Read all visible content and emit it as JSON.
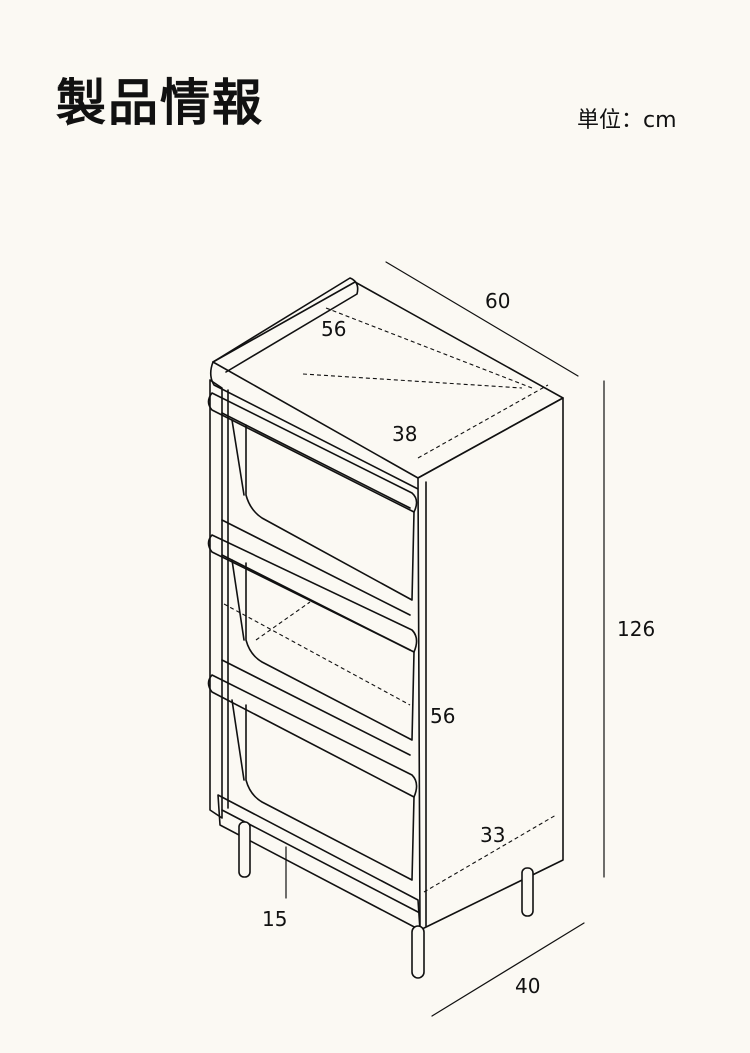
{
  "header": {
    "title": "製品情報",
    "unit_label": "単位：cm"
  },
  "dimensions": {
    "width": "60",
    "inner_width": "56",
    "inner_depth_top": "38",
    "height": "126",
    "inner_height": "56",
    "inner_depth_bottom": "33",
    "leg_height": "15",
    "depth": "40"
  },
  "colors": {
    "background": "#fbf9f3",
    "line": "#111111"
  }
}
